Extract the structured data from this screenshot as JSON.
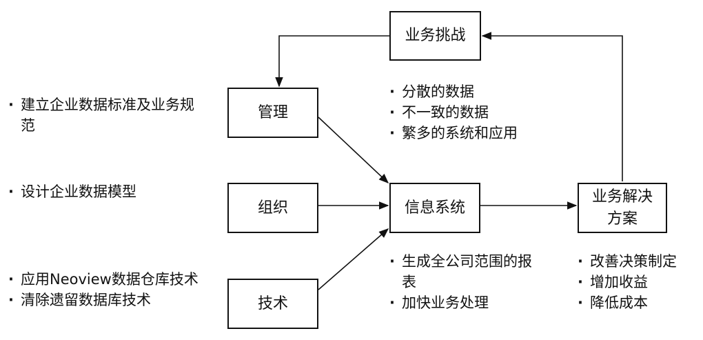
{
  "nodes": {
    "challenge": "业务挑战",
    "management": "管理",
    "organization": "组织",
    "technology": "技术",
    "info_system": "信息系统",
    "solution": "业务解决方案"
  },
  "notes": {
    "management": [
      "建立企业数据标准及业务规范"
    ],
    "organization": [
      "设计企业数据模型"
    ],
    "technology": [
      "应用Neoview数据仓库技术",
      "清除遗留数据库技术"
    ],
    "challenge": [
      "分散的数据",
      "不一致的数据",
      "繁多的系统和应用"
    ],
    "info_system": [
      "生成全公司范围的报表",
      "加快业务处理"
    ],
    "solution": [
      "改善决策制定",
      "增加收益",
      "降低成本"
    ]
  }
}
